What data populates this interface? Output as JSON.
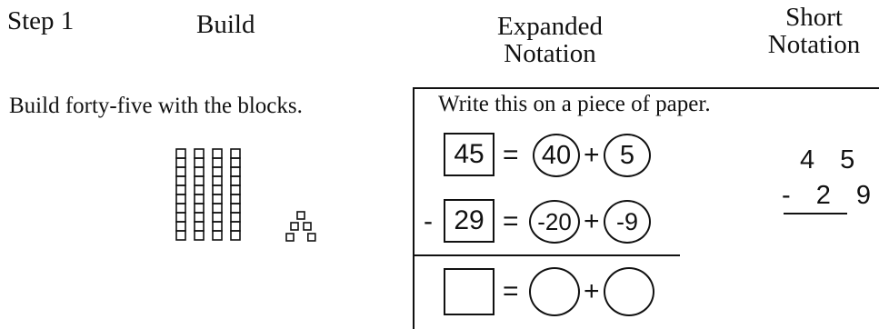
{
  "headers": {
    "step": "Step 1",
    "build": "Build",
    "expanded_line1": "Expanded",
    "expanded_line2": "Notation",
    "short_line1": "Short",
    "short_line2": "Notation"
  },
  "instructions": {
    "build": "Build forty-five with the blocks.",
    "write": "Write this on a piece of paper."
  },
  "blocks": {
    "tens": 4,
    "ones": 5
  },
  "expanded": {
    "row1": {
      "prefix": "",
      "number": "45",
      "tens": "40",
      "ones": "5"
    },
    "row2": {
      "prefix": "-",
      "number": "29",
      "tens": "-20",
      "ones": "-9"
    },
    "row3": {
      "number": "",
      "tens": "",
      "ones": ""
    },
    "equals": "=",
    "plus": "+"
  },
  "short_notation": {
    "top": "4 5",
    "bottom": "- 2 9"
  }
}
